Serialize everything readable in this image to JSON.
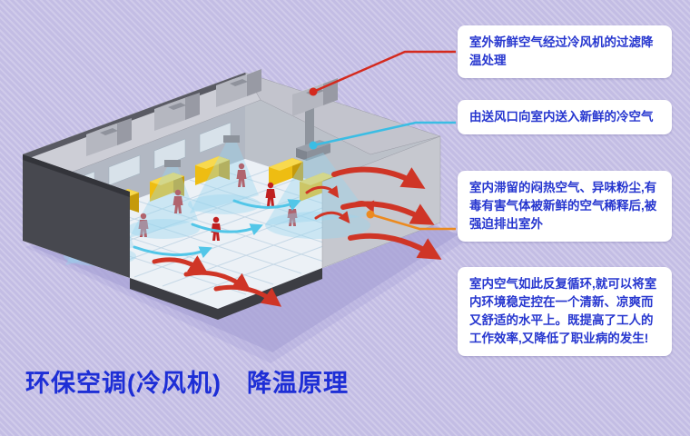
{
  "title": "环保空调(冷风机)　降温原理",
  "callouts": [
    {
      "text": "室外新鲜空气经过冷风机的过滤降温处理",
      "line_color": "#d42a1e"
    },
    {
      "text": "由送风口向室内送入新鲜的冷空气",
      "line_color": "#3bbde4"
    },
    {
      "text": "室内滞留的闷热空气、异味粉尘,有毒有害气体被新鲜的空气稀释后,被强迫排出室外",
      "line_color": "#ec8a1f"
    },
    {
      "text": "室内空气如此反复循环,就可以将室内环境稳定控在一个清新、凉爽而又舒适的水平上。既提高了工人的工作效率,又降低了职业病的发生!"
    }
  ],
  "colors": {
    "background": "#c3bde4",
    "callout_text": "#2636cf",
    "title_text": "#1d2ed6",
    "exhaust_air": "#cf3526",
    "cool_air": "#52c6e8",
    "callout1_line": "#d42a1e",
    "callout2_line": "#3bbde4",
    "callout3_line": "#ec8a1f"
  }
}
